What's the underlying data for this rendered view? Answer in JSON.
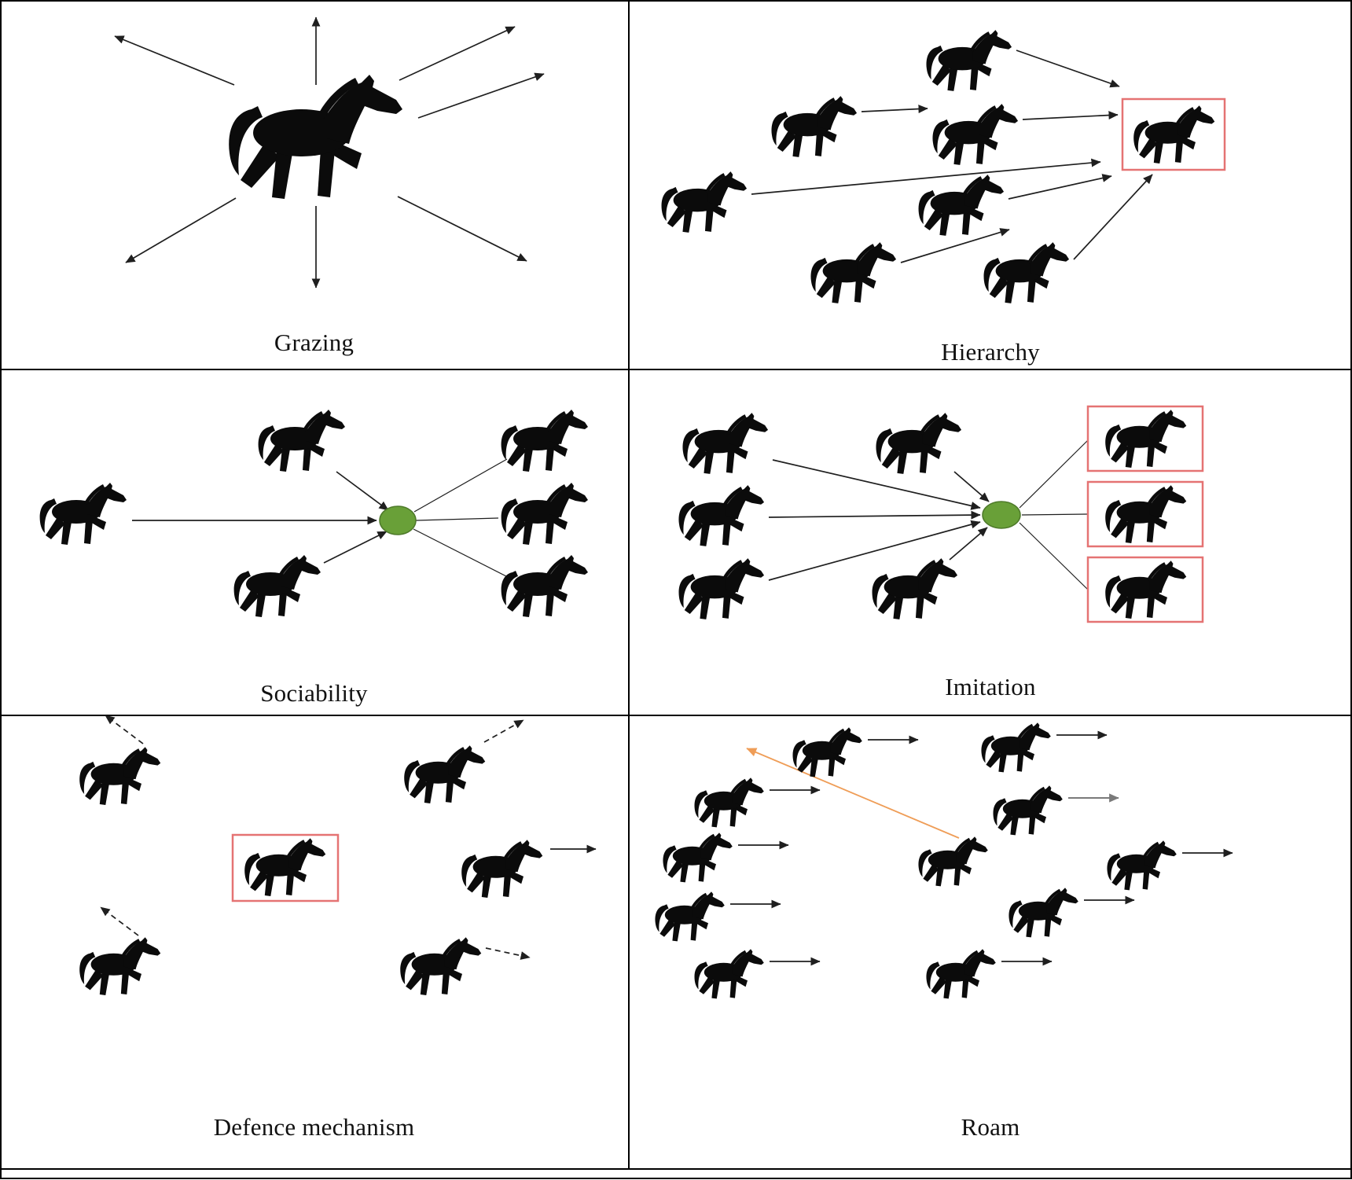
{
  "panels": {
    "grazing": {
      "label": "Grazing"
    },
    "hierarchy": {
      "label": "Hierarchy"
    },
    "sociability": {
      "label": "Sociability"
    },
    "imitation": {
      "label": "Imitation"
    },
    "defence": {
      "label": "Defence mechanism"
    },
    "roam": {
      "label": "Roam"
    }
  },
  "icons": {
    "horse": "horse-silhouette-icon",
    "direction_arrow": "thin-black-line-arrowhead",
    "dashed_arrow": "dashed-black-line-arrowhead",
    "water_hole": "green-filled-ellipse",
    "highlight_box": "red-outline-rectangle",
    "roam_arrow": "orange-line-arrowhead"
  },
  "colors": {
    "horse": "#0b0b0b",
    "leader-box-red": "#e57373",
    "water-hole-green": "#69a038",
    "water-hole-green-dark": "#4e7a2a",
    "arrow-black": "#1f1f1f",
    "arrow-gray": "#7a7a7a",
    "arrow-orange": "#ef9d57",
    "border": "#000000",
    "background": "#ffffff"
  }
}
